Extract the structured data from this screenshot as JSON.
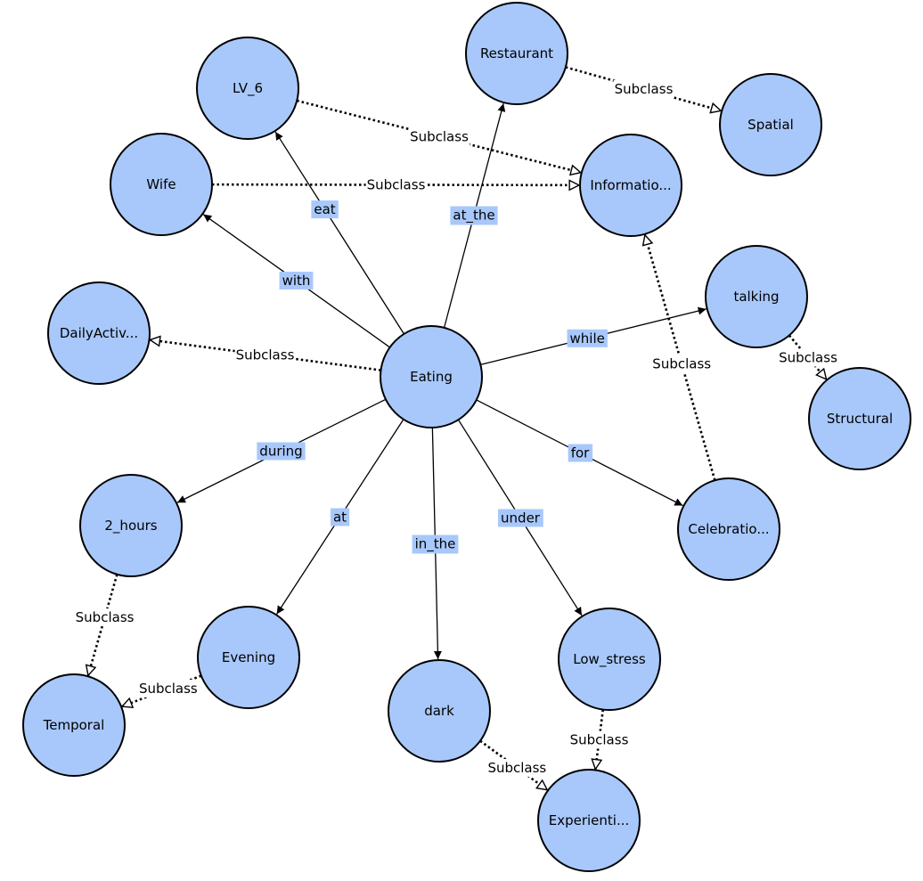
{
  "nodes": [
    {
      "id": "eating",
      "label": "Eating"
    },
    {
      "id": "restaurant",
      "label": "Restaurant"
    },
    {
      "id": "lv6",
      "label": "LV_6"
    },
    {
      "id": "spatial",
      "label": "Spatial"
    },
    {
      "id": "wife",
      "label": "Wife"
    },
    {
      "id": "information",
      "label": "Informatio..."
    },
    {
      "id": "talking",
      "label": "talking"
    },
    {
      "id": "dailyactiv",
      "label": "DailyActiv..."
    },
    {
      "id": "structural",
      "label": "Structural"
    },
    {
      "id": "two_hours",
      "label": "2_hours"
    },
    {
      "id": "celebration",
      "label": "Celebratio..."
    },
    {
      "id": "evening",
      "label": "Evening"
    },
    {
      "id": "low_stress",
      "label": "Low_stress"
    },
    {
      "id": "temporal",
      "label": "Temporal"
    },
    {
      "id": "dark",
      "label": "dark"
    },
    {
      "id": "experiential",
      "label": "Experienti..."
    }
  ],
  "edges": [
    {
      "from": "eating",
      "to": "lv6",
      "label": "eat",
      "kind": "relation"
    },
    {
      "from": "eating",
      "to": "wife",
      "label": "with",
      "kind": "relation"
    },
    {
      "from": "eating",
      "to": "restaurant",
      "label": "at_the",
      "kind": "relation"
    },
    {
      "from": "eating",
      "to": "talking",
      "label": "while",
      "kind": "relation"
    },
    {
      "from": "eating",
      "to": "two_hours",
      "label": "during",
      "kind": "relation"
    },
    {
      "from": "eating",
      "to": "evening",
      "label": "at",
      "kind": "relation"
    },
    {
      "from": "eating",
      "to": "dark",
      "label": "in_the",
      "kind": "relation"
    },
    {
      "from": "eating",
      "to": "low_stress",
      "label": "under",
      "kind": "relation"
    },
    {
      "from": "eating",
      "to": "celebration",
      "label": "for",
      "kind": "relation"
    },
    {
      "from": "eating",
      "to": "dailyactiv",
      "label": "Subclass",
      "kind": "subclass"
    },
    {
      "from": "lv6",
      "to": "information",
      "label": "Subclass",
      "kind": "subclass"
    },
    {
      "from": "wife",
      "to": "information",
      "label": "Subclass",
      "kind": "subclass"
    },
    {
      "from": "restaurant",
      "to": "spatial",
      "label": "Subclass",
      "kind": "subclass"
    },
    {
      "from": "celebration",
      "to": "information",
      "label": "Subclass",
      "kind": "subclass"
    },
    {
      "from": "talking",
      "to": "structural",
      "label": "Subclass",
      "kind": "subclass"
    },
    {
      "from": "two_hours",
      "to": "temporal",
      "label": "Subclass",
      "kind": "subclass"
    },
    {
      "from": "evening",
      "to": "temporal",
      "label": "Subclass",
      "kind": "subclass"
    },
    {
      "from": "dark",
      "to": "experiential",
      "label": "Subclass",
      "kind": "subclass"
    },
    {
      "from": "low_stress",
      "to": "experiential",
      "label": "Subclass",
      "kind": "subclass"
    }
  ],
  "colors": {
    "node_fill": "#a8c8fb",
    "node_stroke": "#000000",
    "relation_label_bg": "#a8c8fb"
  }
}
